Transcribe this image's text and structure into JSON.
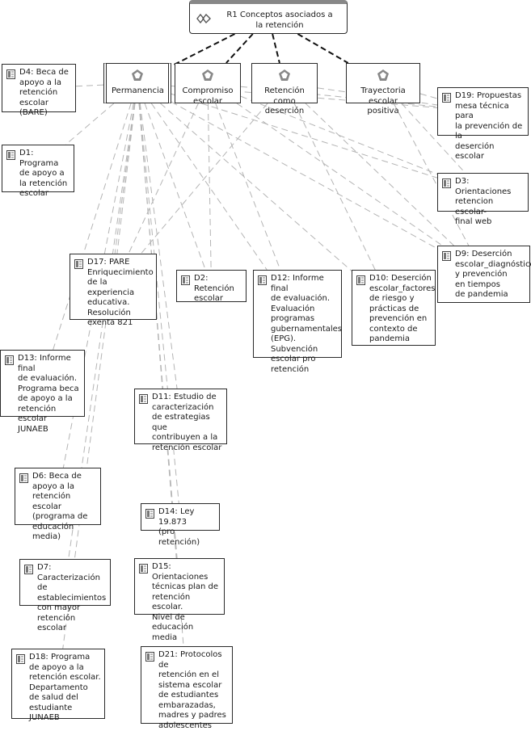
{
  "root": {
    "label": "R1 Conceptos asociados a\nla retención"
  },
  "categories": [
    {
      "id": "permanencia",
      "label": "Permanencia"
    },
    {
      "id": "compromiso",
      "label": "Compromiso\nescolar"
    },
    {
      "id": "retencion",
      "label": "Retención como\ndeserción"
    },
    {
      "id": "trayectoria",
      "label": "Trayectoria\nescolar positiva"
    }
  ],
  "documents": [
    {
      "id": "d4",
      "label": "D4: Beca de\napoyo a la\nretención\nescolar (BARE)"
    },
    {
      "id": "d1",
      "label": "D1: Programa\nde apoyo a\nla retención\nescolar"
    },
    {
      "id": "d19",
      "label": "D19: Propuestas\nmesa técnica para\nla prevención de la\ndeserción escolar"
    },
    {
      "id": "d3",
      "label": "D3: Orientaciones\nretencion escolar-\nfinal web"
    },
    {
      "id": "d9",
      "label": "D9: Deserción\nescolar_diagnóstico\ny prevención\nen tiempos\nde pandemia"
    },
    {
      "id": "d17",
      "label": "D17: PARE\nEnriquecimiento\nde la experiencia\neducativa.\nResolución\nexenta 821"
    },
    {
      "id": "d2",
      "label": "D2: Retención\nescolar"
    },
    {
      "id": "d12",
      "label": "D12: Informe final\nde evaluación.\nEvaluación\nprogramas\ngubernamentales\n(EPG). Subvención\nescolar pro\nretención"
    },
    {
      "id": "d10",
      "label": "D10: Deserción\nescolar_factores\nde riesgo y\nprácticas de\nprevención en\ncontexto de\npandemia"
    },
    {
      "id": "d13",
      "label": "D13: Informe final\nde evaluación.\nPrograma beca\nde apoyo a la\nretención escolar\nJUNAEB"
    },
    {
      "id": "d11",
      "label": "D11: Estudio de\ncaracterización\nde estrategias que\ncontribuyen a la\nretención escolar"
    },
    {
      "id": "d6",
      "label": "D6: Beca de\napoyo a la\nretención escolar\n(programa de\neducación media)"
    },
    {
      "id": "d14",
      "label": "D14: Ley 19.873\n(pro retención)"
    },
    {
      "id": "d7",
      "label": "D7: Caracterización\nde establecimientos\ncon mayor\nretención escolar"
    },
    {
      "id": "d15",
      "label": "D15: Orientaciones\ntécnicas plan de\nretención escolar.\nNivel de educación\nmedia"
    },
    {
      "id": "d18",
      "label": "D18: Programa\nde apoyo a la\nretención escolar.\nDepartamento\nde salud del\nestudiante JUNAEB"
    },
    {
      "id": "d21",
      "label": "D21: Protocolos de\nretención en el\nsistema escolar\nde estudiantes\nembarazadas,\nmadres y padres\nadolescentes"
    }
  ],
  "links": [
    {
      "from": "root",
      "to": "permanencia",
      "kind": "strong"
    },
    {
      "from": "root",
      "to": "compromiso",
      "kind": "strong"
    },
    {
      "from": "root",
      "to": "retencion",
      "kind": "strong"
    },
    {
      "from": "root",
      "to": "trayectoria",
      "kind": "strong"
    },
    {
      "from": "permanencia",
      "to": "d4",
      "kind": "weak"
    },
    {
      "from": "permanencia",
      "to": "d1",
      "kind": "weak"
    },
    {
      "from": "permanencia",
      "to": "d19",
      "kind": "weak"
    },
    {
      "from": "permanencia",
      "to": "d3",
      "kind": "weak"
    },
    {
      "from": "permanencia",
      "to": "d9",
      "kind": "weak"
    },
    {
      "from": "permanencia",
      "to": "d17",
      "kind": "weak"
    },
    {
      "from": "permanencia",
      "to": "d2",
      "kind": "weak"
    },
    {
      "from": "permanencia",
      "to": "d12",
      "kind": "weak"
    },
    {
      "from": "permanencia",
      "to": "d10",
      "kind": "weak"
    },
    {
      "from": "permanencia",
      "to": "d13",
      "kind": "weak"
    },
    {
      "from": "permanencia",
      "to": "d11",
      "kind": "weak"
    },
    {
      "from": "permanencia",
      "to": "d6",
      "kind": "weak"
    },
    {
      "from": "permanencia",
      "to": "d14",
      "kind": "weak"
    },
    {
      "from": "permanencia",
      "to": "d7",
      "kind": "weak"
    },
    {
      "from": "permanencia",
      "to": "d15",
      "kind": "weak"
    },
    {
      "from": "permanencia",
      "to": "d18",
      "kind": "weak"
    },
    {
      "from": "permanencia",
      "to": "d21",
      "kind": "weak"
    },
    {
      "from": "compromiso",
      "to": "d17",
      "kind": "weak"
    },
    {
      "from": "compromiso",
      "to": "d2",
      "kind": "weak"
    },
    {
      "from": "compromiso",
      "to": "d12",
      "kind": "weak"
    },
    {
      "from": "compromiso",
      "to": "d19",
      "kind": "weak"
    },
    {
      "from": "compromiso",
      "to": "d3",
      "kind": "weak"
    },
    {
      "from": "compromiso",
      "to": "d9",
      "kind": "weak"
    },
    {
      "from": "retencion",
      "to": "d10",
      "kind": "weak"
    },
    {
      "from": "retencion",
      "to": "d19",
      "kind": "weak"
    },
    {
      "from": "retencion",
      "to": "d9",
      "kind": "weak"
    },
    {
      "from": "retencion",
      "to": "d17",
      "kind": "weak"
    },
    {
      "from": "trayectoria",
      "to": "d3",
      "kind": "weak"
    },
    {
      "from": "trayectoria",
      "to": "d19",
      "kind": "weak"
    },
    {
      "from": "trayectoria",
      "to": "d9",
      "kind": "weak"
    }
  ]
}
